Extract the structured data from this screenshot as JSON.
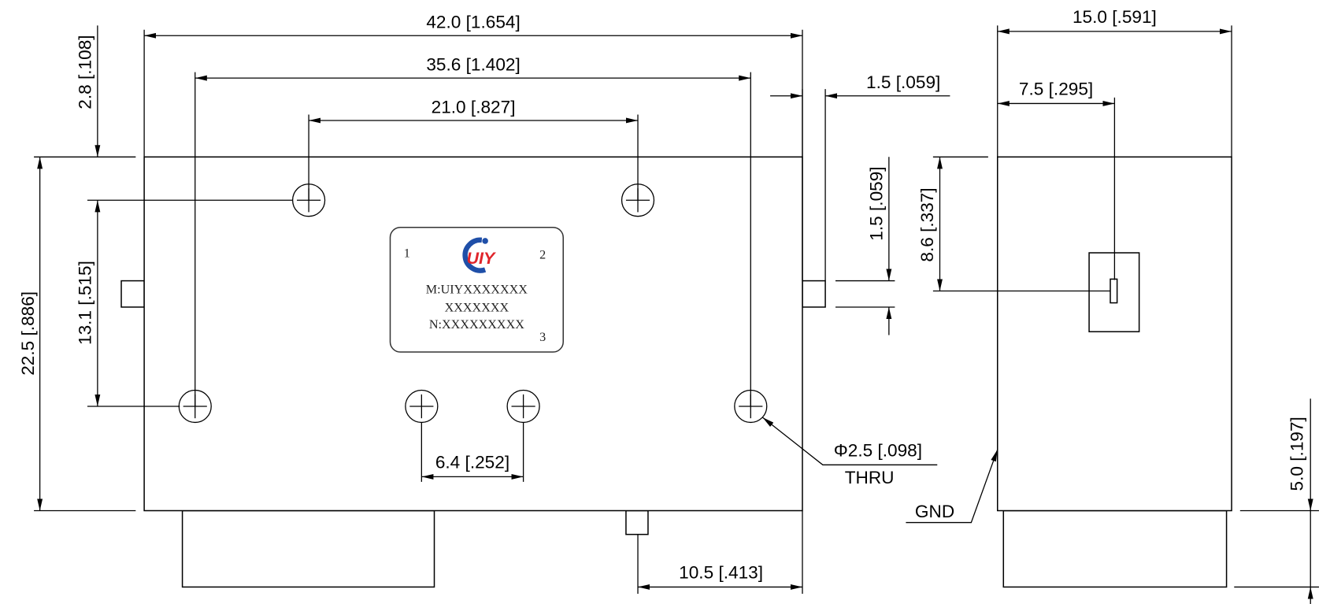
{
  "title": "Mechanical outline drawing",
  "front_view": {
    "dims": {
      "overall_width": "42.0 [1.654]",
      "hole_span_outer": "35.6 [1.402]",
      "hole_span_top": "21.0 [.827]",
      "tab_length": "1.5 [.059]",
      "tab_height": "1.5 [.059]",
      "overall_height": "22.5 [.886]",
      "hole_top_offset": "2.8 [.108]",
      "hole_vertical_span": "13.1 [.515]",
      "hole_span_bottom": "6.4 [.252]",
      "pin_offset": "10.5 [.413]",
      "hole_diameter": "Φ2.5 [.098]",
      "hole_note": "THRU"
    },
    "label_plate": {
      "port1": "1",
      "port2": "2",
      "port3": "3",
      "logo_text": "UIY",
      "model": "M:UIYXXXXXXX",
      "model_line2": "XXXXXXX",
      "serial": "N:XXXXXXXXX"
    }
  },
  "side_view": {
    "dims": {
      "depth": "15.0 [.591]",
      "connector_offset": "7.5 [.295]",
      "connector_height": "8.6 [.337]",
      "base_height": "5.0 [.197]"
    },
    "gnd_label": "GND"
  },
  "colors": {
    "logo_blue": "#1f4fa8",
    "logo_red": "#e0252b"
  }
}
